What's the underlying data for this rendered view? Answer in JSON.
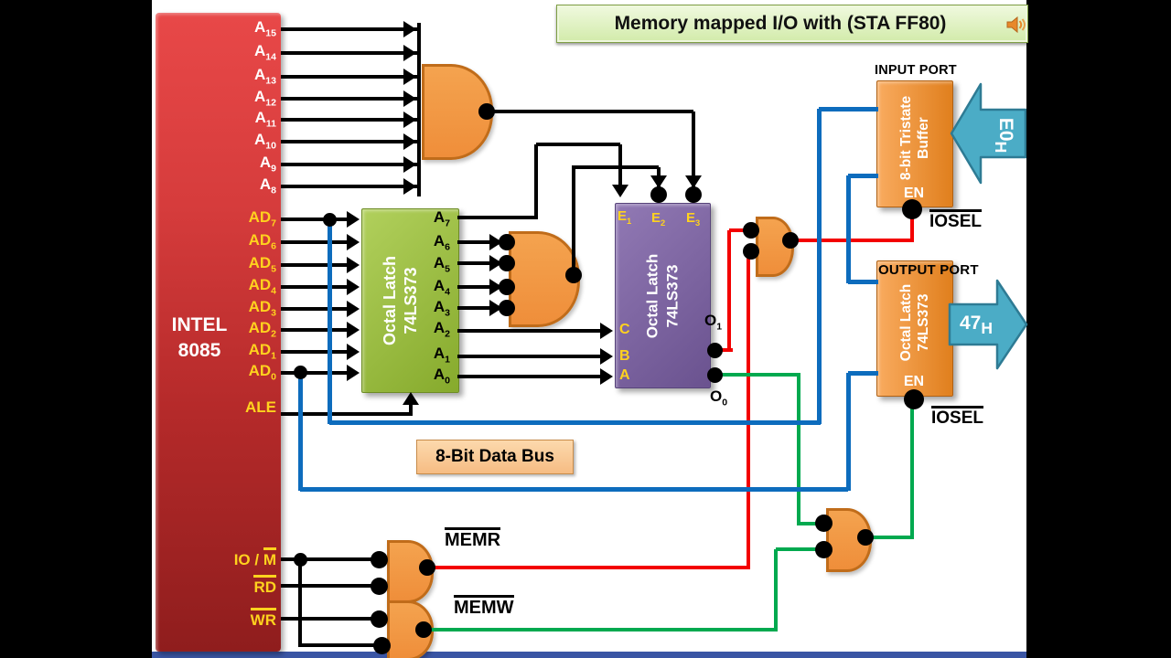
{
  "title": {
    "text": "Memory mapped I/O with (STA FF80)"
  },
  "cpu": {
    "name_line1": "INTEL",
    "name_line2": "8085",
    "address_pins": [
      {
        "base": "A",
        "sub": "15"
      },
      {
        "base": "A",
        "sub": "14"
      },
      {
        "base": "A",
        "sub": "13"
      },
      {
        "base": "A",
        "sub": "12"
      },
      {
        "base": "A",
        "sub": "11"
      },
      {
        "base": "A",
        "sub": "10"
      },
      {
        "base": "A",
        "sub": "9"
      },
      {
        "base": "A",
        "sub": "8"
      }
    ],
    "ad_pins": [
      {
        "base": "AD",
        "sub": "7"
      },
      {
        "base": "AD",
        "sub": "6"
      },
      {
        "base": "AD",
        "sub": "5"
      },
      {
        "base": "AD",
        "sub": "4"
      },
      {
        "base": "AD",
        "sub": "3"
      },
      {
        "base": "AD",
        "sub": "2"
      },
      {
        "base": "AD",
        "sub": "1"
      },
      {
        "base": "AD",
        "sub": "0"
      }
    ],
    "ale_pin": "ALE",
    "control_pins": [
      {
        "pre": "IO / ",
        "text": "M"
      },
      {
        "pre": "",
        "text": "RD"
      },
      {
        "pre": "",
        "text": "WR"
      }
    ]
  },
  "latch1": {
    "title_line1": "Octal Latch",
    "title_line2": "74LS373",
    "outputs": [
      {
        "base": "A",
        "sub": "7"
      },
      {
        "base": "A",
        "sub": "6"
      },
      {
        "base": "A",
        "sub": "5"
      },
      {
        "base": "A",
        "sub": "4"
      },
      {
        "base": "A",
        "sub": "3"
      },
      {
        "base": "A",
        "sub": "2"
      },
      {
        "base": "A",
        "sub": "1"
      },
      {
        "base": "A",
        "sub": "0"
      }
    ]
  },
  "latch2": {
    "title_line1": "Octal Latch",
    "title_line2": "74LS373",
    "enables": [
      {
        "base": "E",
        "sub": "1"
      },
      {
        "base": "E",
        "sub": "2"
      },
      {
        "base": "E",
        "sub": "3"
      }
    ],
    "inputs": [
      "C",
      "B",
      "A"
    ],
    "outputs": [
      {
        "base": "O",
        "sub": "1"
      },
      {
        "base": "O",
        "sub": "0"
      }
    ]
  },
  "input_port": {
    "caption": "INPUT PORT",
    "title_line1": "8-bit Tristate",
    "title_line2": "Buffer",
    "enable": "EN",
    "select": "IOSEL",
    "data_label": {
      "base": "E0",
      "sub": "H"
    }
  },
  "output_port": {
    "caption": "OUTPUT PORT",
    "title_line1": "Octal Latch",
    "title_line2": "74LS373",
    "enable": "EN",
    "select": "IOSEL",
    "data_label": {
      "base": "47",
      "sub": "H"
    }
  },
  "bus": {
    "label": "8-Bit Data Bus"
  },
  "signals": {
    "memr": "MEMR",
    "memw": "MEMW"
  },
  "colors": {
    "wire_black": "#000000",
    "wire_red": "#f30000",
    "wire_green": "#00a94f",
    "wire_blue": "#0d6cbd",
    "cpu_red": "#c23030",
    "latch_green": "#9ebf3f",
    "latch_purple": "#7f64a5",
    "gate_orange": "#ef8e3a",
    "port_orange": "#ee8e35",
    "arrow_teal": "#4bacc6",
    "pin_yellow": "#ffd21e",
    "bottom_bar": "#3a55a4"
  }
}
